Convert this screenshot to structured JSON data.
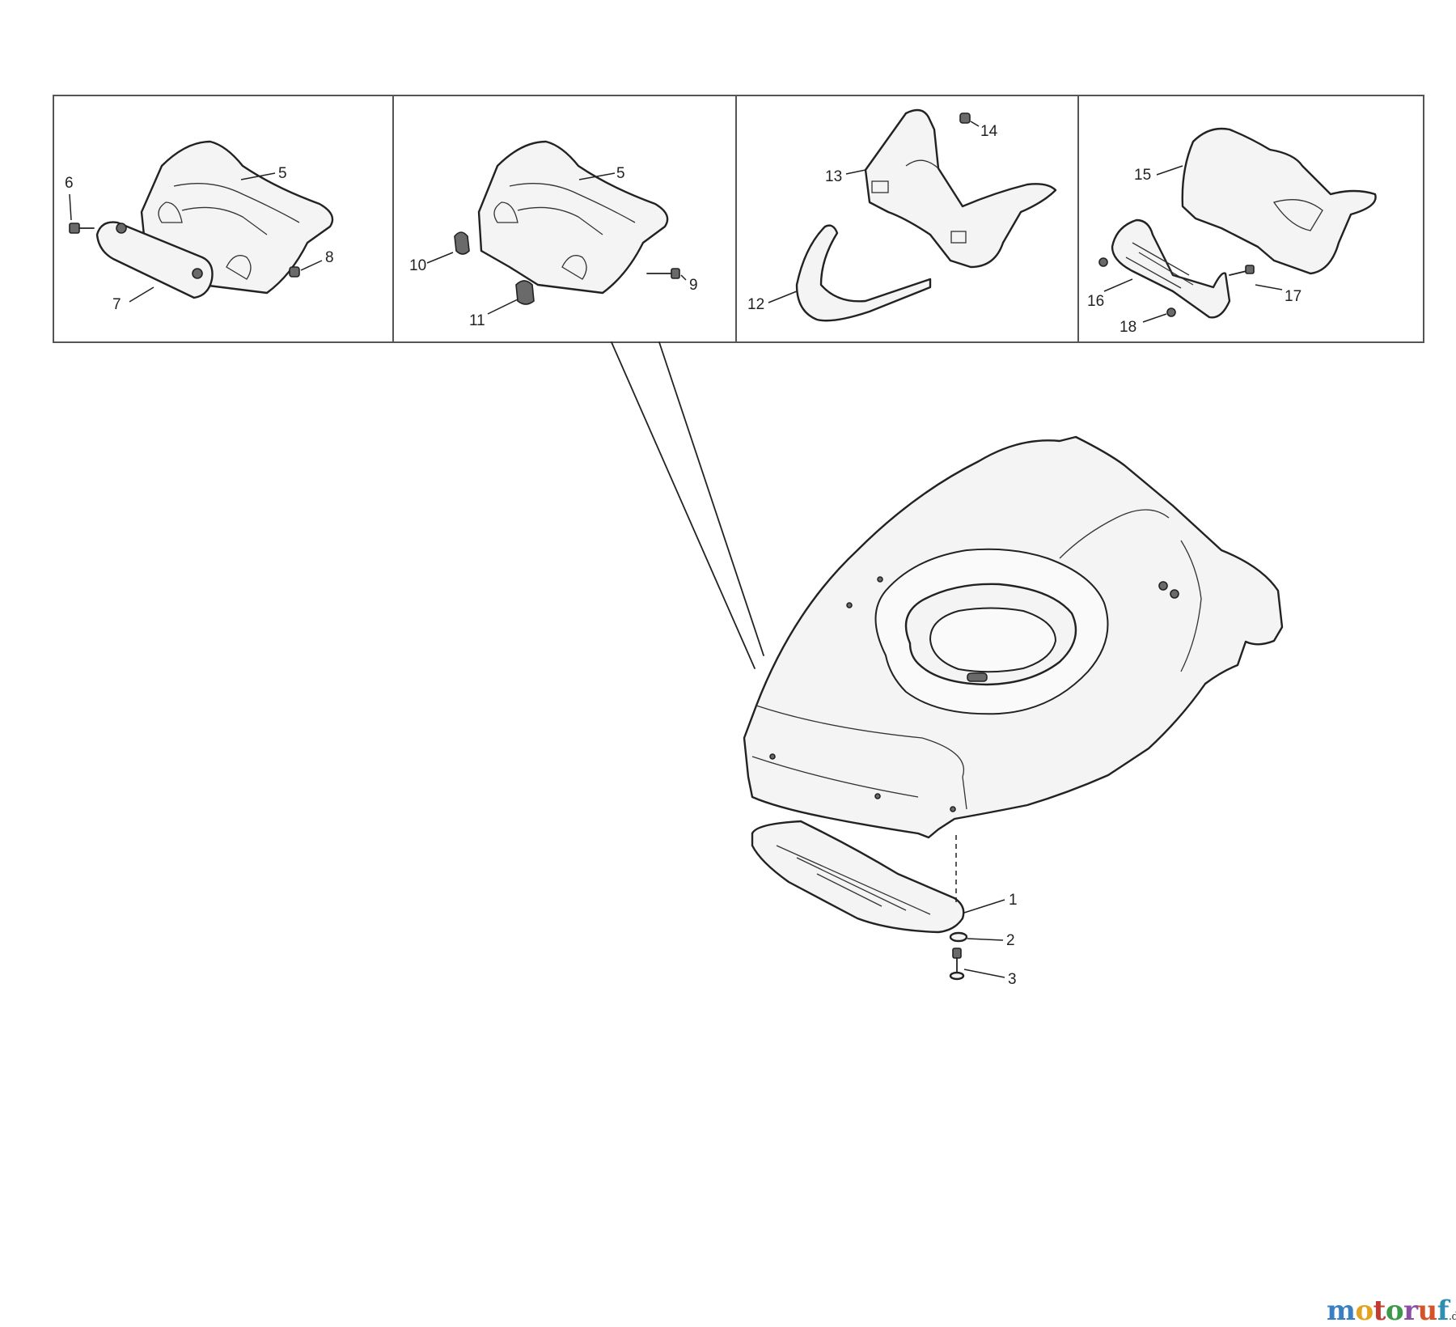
{
  "callouts": {
    "c1": "1",
    "c2": "2",
    "c3": "3",
    "c5a": "5",
    "c5b": "5",
    "c6": "6",
    "c7": "7",
    "c8": "8",
    "c9": "9",
    "c10": "10",
    "c11": "11",
    "c12": "12",
    "c13": "13",
    "c14": "14",
    "c15": "15",
    "c16": "16",
    "c17": "17",
    "c18": "18"
  },
  "watermark": {
    "brand_letters": [
      "m",
      "o",
      "t",
      "o",
      "r",
      "u",
      "f"
    ],
    "brand_colors": [
      "#3a7fc1",
      "#e2a320",
      "#c43a2e",
      "#3a9a48",
      "#8a4fa3",
      "#d4542a",
      "#2f8fb0"
    ],
    "suffix": ".de"
  }
}
